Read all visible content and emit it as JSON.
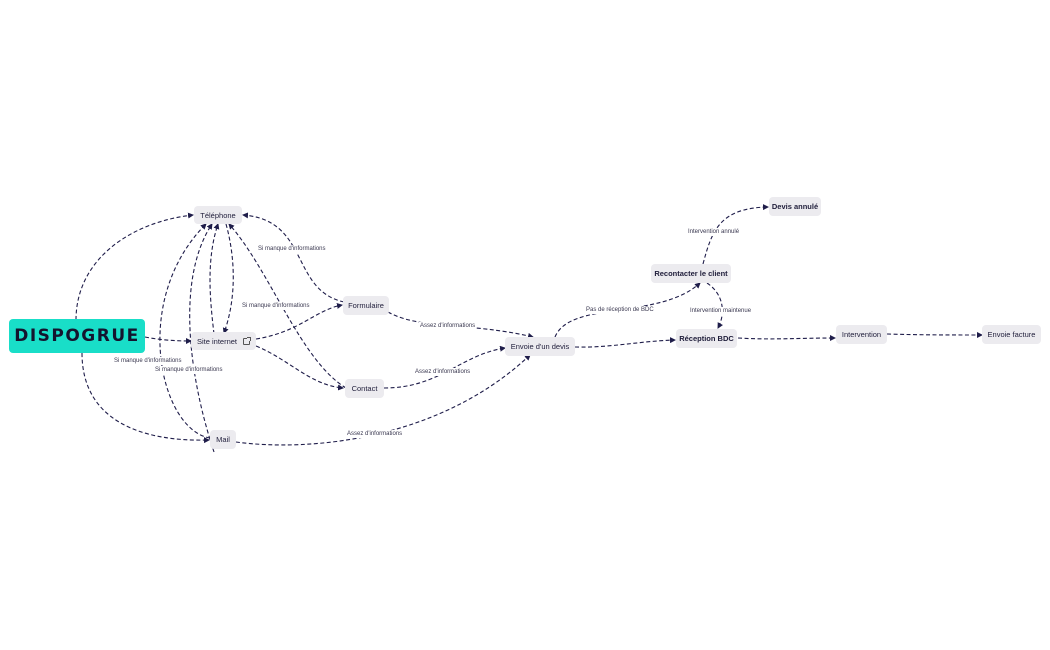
{
  "diagram": {
    "type": "flowchart",
    "accent_color": "#19dec8",
    "node_color": "#ecebef",
    "edge_color": "#1f1d4a",
    "root": {
      "id": "dispogrue",
      "label": "DISPOGRUE"
    },
    "nodes": [
      {
        "id": "telephone",
        "label": "Téléphone"
      },
      {
        "id": "site",
        "label": "Site internet",
        "icon": "external-link-icon"
      },
      {
        "id": "mail",
        "label": "Mail"
      },
      {
        "id": "formulaire",
        "label": "Formulaire"
      },
      {
        "id": "contact",
        "label": "Contact"
      },
      {
        "id": "devis",
        "label": "Envoie d'un devis"
      },
      {
        "id": "recontacter",
        "label": "Recontacter le client"
      },
      {
        "id": "annule",
        "label": "Devis annulé"
      },
      {
        "id": "bdc",
        "label": "Réception BDC"
      },
      {
        "id": "intervention",
        "label": "Intervention"
      },
      {
        "id": "facture",
        "label": "Envoie facture"
      }
    ],
    "edge_labels": {
      "form_tel": "Si manque d'informations",
      "site_form": "Si manque d'informations",
      "mail_tel_1": "Si manque d'informations",
      "mail_tel_2": "Si manque d'informations",
      "form_devis": "Assez d'informations",
      "contact_devis": "Assez d'informations",
      "mail_devis": "Assez d'informations",
      "devis_recontacter": "Pas de réception de BDC",
      "recontacter_annule": "Intervention annulé",
      "recontacter_bdc": "Intervention maintenue"
    },
    "edges": [
      {
        "from": "dispogrue",
        "to": "telephone"
      },
      {
        "from": "dispogrue",
        "to": "site"
      },
      {
        "from": "dispogrue",
        "to": "mail"
      },
      {
        "from": "site",
        "to": "telephone"
      },
      {
        "from": "telephone",
        "to": "site"
      },
      {
        "from": "mail",
        "to": "telephone",
        "label": "Si manque d'informations"
      },
      {
        "from": "mail",
        "to": "telephone",
        "label": "Si manque d'informations"
      },
      {
        "from": "contact",
        "to": "telephone"
      },
      {
        "from": "formulaire",
        "to": "telephone",
        "label": "Si manque d'informations"
      },
      {
        "from": "site",
        "to": "formulaire",
        "label": "Si manque d'informations"
      },
      {
        "from": "site",
        "to": "contact"
      },
      {
        "from": "formulaire",
        "to": "devis",
        "label": "Assez d'informations"
      },
      {
        "from": "contact",
        "to": "devis",
        "label": "Assez d'informations"
      },
      {
        "from": "mail",
        "to": "devis",
        "label": "Assez d'informations"
      },
      {
        "from": "devis",
        "to": "recontacter",
        "label": "Pas de réception de BDC"
      },
      {
        "from": "devis",
        "to": "bdc"
      },
      {
        "from": "recontacter",
        "to": "annule",
        "label": "Intervention annulé"
      },
      {
        "from": "recontacter",
        "to": "bdc",
        "label": "Intervention maintenue"
      },
      {
        "from": "bdc",
        "to": "intervention"
      },
      {
        "from": "intervention",
        "to": "facture"
      }
    ]
  }
}
